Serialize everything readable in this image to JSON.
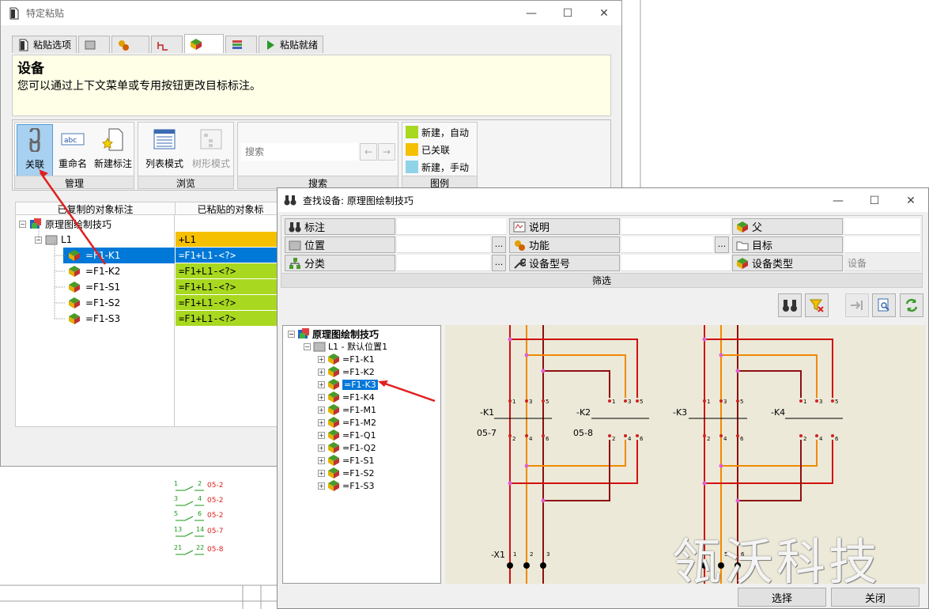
{
  "bg": {
    "contacts": [
      {
        "a": "1",
        "b": "2",
        "ref": "05-2"
      },
      {
        "a": "3",
        "b": "4",
        "ref": "05-2"
      },
      {
        "a": "5",
        "b": "6",
        "ref": "05-2"
      },
      {
        "a": "13",
        "b": "14",
        "ref": "05-7"
      },
      {
        "a": "21",
        "b": "22",
        "ref": "05-8"
      }
    ]
  },
  "dlg1": {
    "title": "特定粘贴",
    "tabs": [
      {
        "label": "粘贴选项",
        "icon": "page-icon"
      },
      {
        "label": "",
        "icon": "location-icon"
      },
      {
        "label": "",
        "icon": "function-icon"
      },
      {
        "label": "",
        "icon": "connection-icon"
      },
      {
        "label": "",
        "icon": "device-icon"
      },
      {
        "label": "",
        "icon": "list-icon"
      },
      {
        "label": "粘贴就绪",
        "icon": "play-icon"
      }
    ],
    "info_title": "设备",
    "info_desc": "您可以通过上下文菜单或专用按钮更改目标标注。",
    "manage": {
      "label": "管理",
      "link": "关联",
      "rename": "重命名",
      "new_tag": "新建标注"
    },
    "browse": {
      "label": "浏览",
      "list": "列表模式",
      "tree": "树形模式"
    },
    "search": {
      "label": "搜索",
      "placeholder": "搜索"
    },
    "legend": {
      "label": "图例",
      "items": [
        {
          "text": "新建，自动",
          "color": "#a8d820"
        },
        {
          "text": "已关联",
          "color": "#f5c000"
        },
        {
          "text": "新建，手动",
          "color": "#8fd3e8"
        }
      ]
    },
    "table": {
      "col1": "已复制的对象标注",
      "col2": "已粘贴的对象标",
      "root": "原理图绘制技巧",
      "loc": "L1",
      "loc_val": "+L1",
      "rows": [
        {
          "src": "=F1-K1",
          "dst": "=F1+L1-<?>"
        },
        {
          "src": "=F1-K2",
          "dst": "=F1+L1-<?>"
        },
        {
          "src": "=F1-S1",
          "dst": "=F1+L1-<?>"
        },
        {
          "src": "=F1-S2",
          "dst": "=F1+L1-<?>"
        },
        {
          "src": "=F1-S3",
          "dst": "=F1+L1-<?>"
        }
      ]
    }
  },
  "dlg2": {
    "title": "查找设备: 原理图绘制技巧",
    "filter": {
      "label": "筛选",
      "tag": "标注",
      "desc": "说明",
      "parent": "父",
      "location": "位置",
      "function": "功能",
      "target": "目标",
      "category": "分类",
      "model": "设备型号",
      "dtype": "设备类型",
      "dtype_value": "设备",
      "more": "..."
    },
    "tree": {
      "root": "原理图绘制技巧",
      "loc": "L1 - 默认位置1",
      "items": [
        "=F1-K1",
        "=F1-K2",
        "=F1-K3",
        "=F1-K4",
        "=F1-M1",
        "=F1-M2",
        "=F1-Q1",
        "=F1-Q2",
        "=F1-S1",
        "=F1-S2",
        "=F1-S3"
      ],
      "selected_index": 2
    },
    "schematic": {
      "labels": [
        "-K1",
        "-K2",
        "-K3",
        "-K4"
      ],
      "refs": [
        "05-7",
        "05-8"
      ],
      "xlabel": "-X1",
      "pins_top": [
        "1",
        "3",
        "5"
      ],
      "pins_bot": [
        "2",
        "4",
        "6"
      ],
      "xpins": [
        "1",
        "2",
        "3"
      ],
      "xpins2": [
        "4",
        "5",
        "6"
      ]
    },
    "buttons": {
      "select": "选择",
      "close": "关闭"
    }
  },
  "watermark": "瓴沃科技",
  "colors": {
    "accent": "#0078d7",
    "red": "#e02020",
    "orange": "#f08a00",
    "darkred": "#8b1010"
  }
}
